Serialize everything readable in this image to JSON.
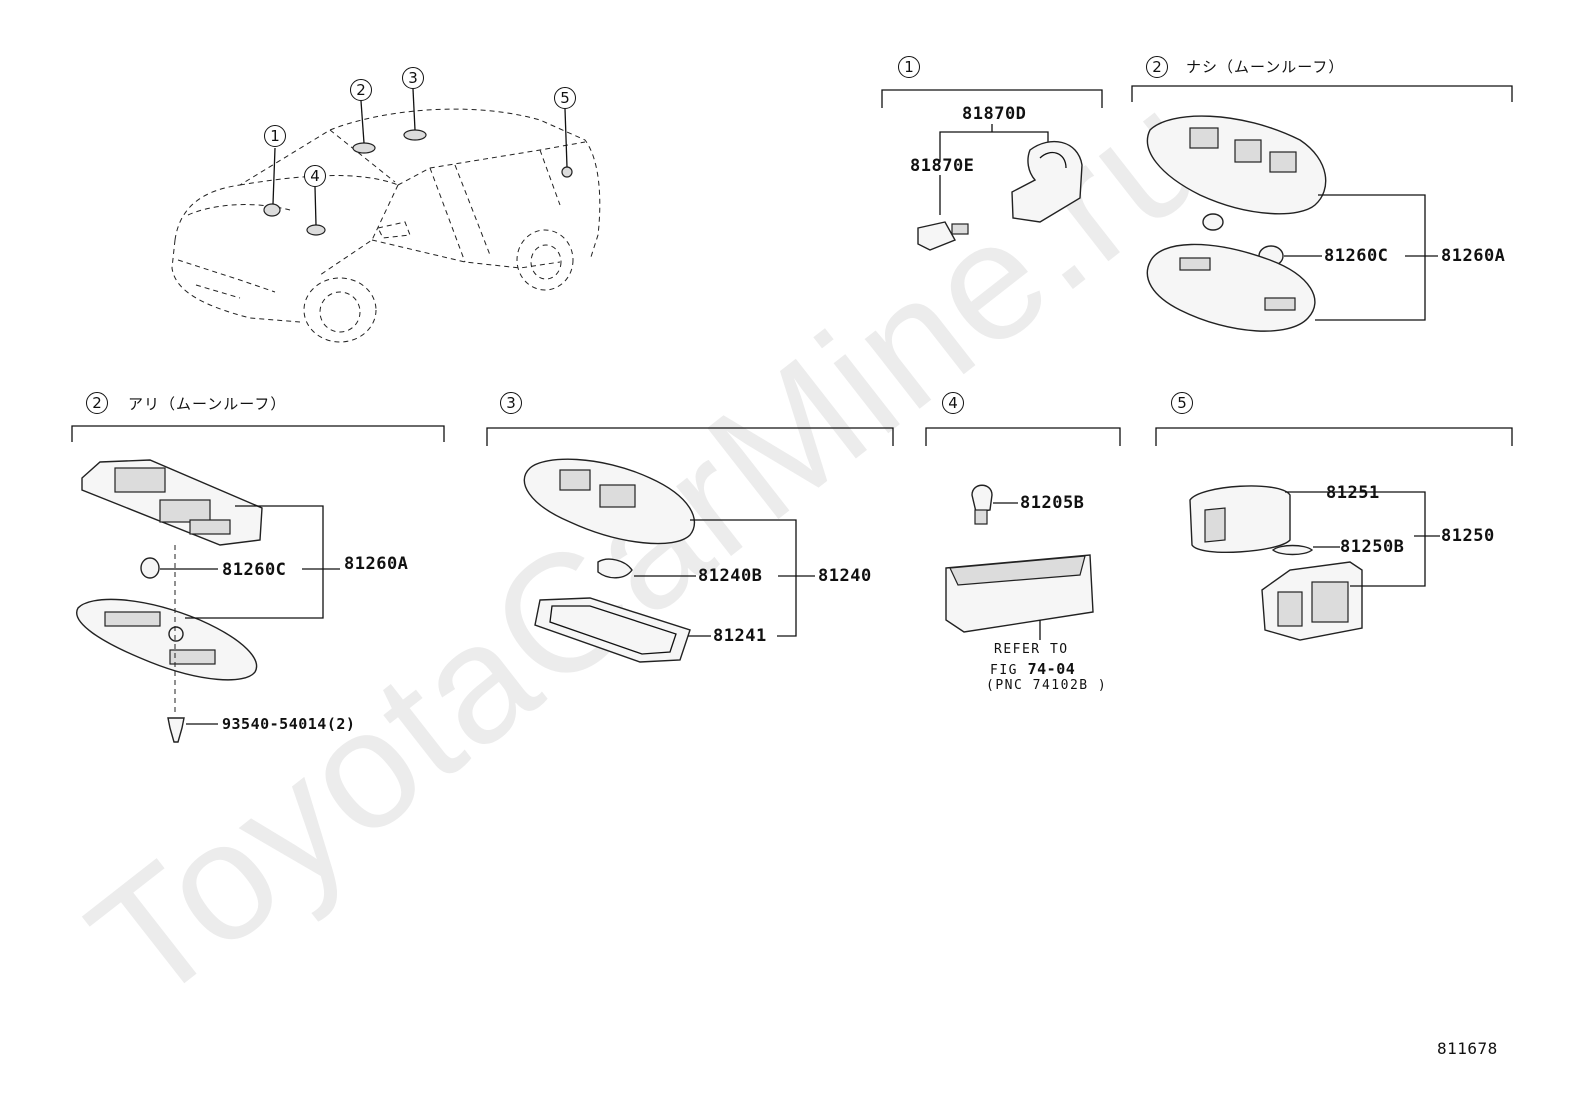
{
  "diagram_id": "811678",
  "watermark": "ToyotaCarMine.ru",
  "overview": {
    "callouts": [
      "1",
      "2",
      "3",
      "4",
      "5"
    ]
  },
  "sections": {
    "s1": {
      "num": "1",
      "parts": {
        "p81870D": "81870D",
        "p81870E": "81870E"
      }
    },
    "s2a": {
      "num": "2",
      "caption": "ナシ（ムーンルーフ）",
      "parts": {
        "p81260C": "81260C",
        "p81260A": "81260A"
      }
    },
    "s2b": {
      "num": "2",
      "caption": "アリ（ムーンルーフ）",
      "parts": {
        "p81260C": "81260C",
        "p81260A": "81260A",
        "screw": "93540-54014(2)"
      }
    },
    "s3": {
      "num": "3",
      "parts": {
        "p81240B": "81240B",
        "p81240": "81240",
        "p81241": "81241"
      }
    },
    "s4": {
      "num": "4",
      "parts": {
        "p81205B": "81205B"
      },
      "refer": {
        "line1": "REFER TO",
        "line2a": "FIG",
        "line2b": "74-04",
        "line3": "(PNC 74102B )"
      }
    },
    "s5": {
      "num": "5",
      "parts": {
        "p81251": "81251",
        "p81250B": "81250B",
        "p81250": "81250"
      }
    }
  }
}
